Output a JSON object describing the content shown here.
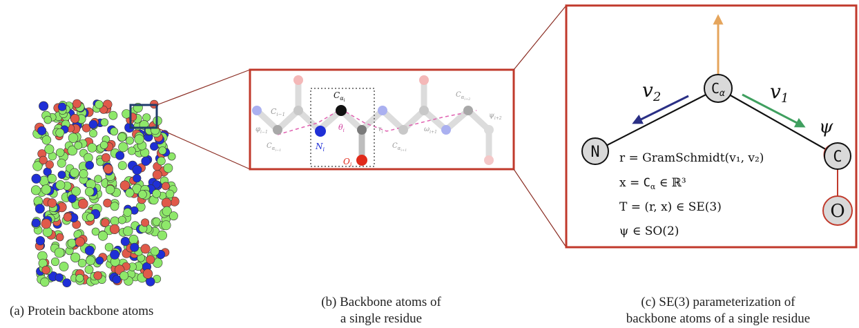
{
  "captions": {
    "a": [
      "(a) Protein backbone atoms"
    ],
    "b": [
      "(b) Backbone atoms of",
      "a single residue"
    ],
    "c": [
      "(c) SE(3) parameterization of",
      "backbone atoms of a single residue"
    ]
  },
  "panel_b": {
    "c_prev": "C",
    "c_prev_sub": "i−1",
    "ca_i": "C",
    "ca_i_sub": "α",
    "ca_i_subsub": "i",
    "theta": "θ",
    "theta_sub": "i",
    "tau": "τ",
    "tau_sub": "i",
    "n_i": "N",
    "n_i_sub": "i",
    "o_i": "O",
    "o_i_sub": "i",
    "phi_prev": "φ",
    "phi_prev_sub": "i−1",
    "ca_prev": "C",
    "ca_prev_sub": "α",
    "ca_prev_subsub": "i−1",
    "ca_next": "C",
    "ca_next_sub": "α",
    "ca_next_subsub": "i+1",
    "omega": "ω",
    "omega_sub": "i+1",
    "ca_next2": "C",
    "ca_next2_sub": "α",
    "ca_next2_subsub": "i+2",
    "psi_next": "ψ",
    "psi_next_sub": "i+2"
  },
  "panel_c": {
    "atom_ca": "C",
    "atom_ca_sub": "α",
    "atom_n": "N",
    "atom_c": "C",
    "atom_o": "O",
    "v1": "v",
    "v1_sub": "1",
    "v2": "v",
    "v2_sub": "2",
    "psi": "ψ",
    "eq1": "r = GramSchmidt(v₁, v₂)",
    "eq2_pre": "x = ",
    "eq2_atom": "C",
    "eq2_sub": "α",
    "eq2_post": " ∈ ℝ³",
    "eq3": "T = (r, x) ∈ SE(3)",
    "eq4": "ψ ∈ SO(2)"
  },
  "colors": {
    "frame": "#c0392b",
    "carbon": "#8ee86a",
    "nitrogen": "#1f2fd6",
    "oxygen": "#e05a4a",
    "arrow_up": "#e5a55c",
    "arrow_v1": "#3f9f5f",
    "arrow_v2": "#2a2f85"
  }
}
